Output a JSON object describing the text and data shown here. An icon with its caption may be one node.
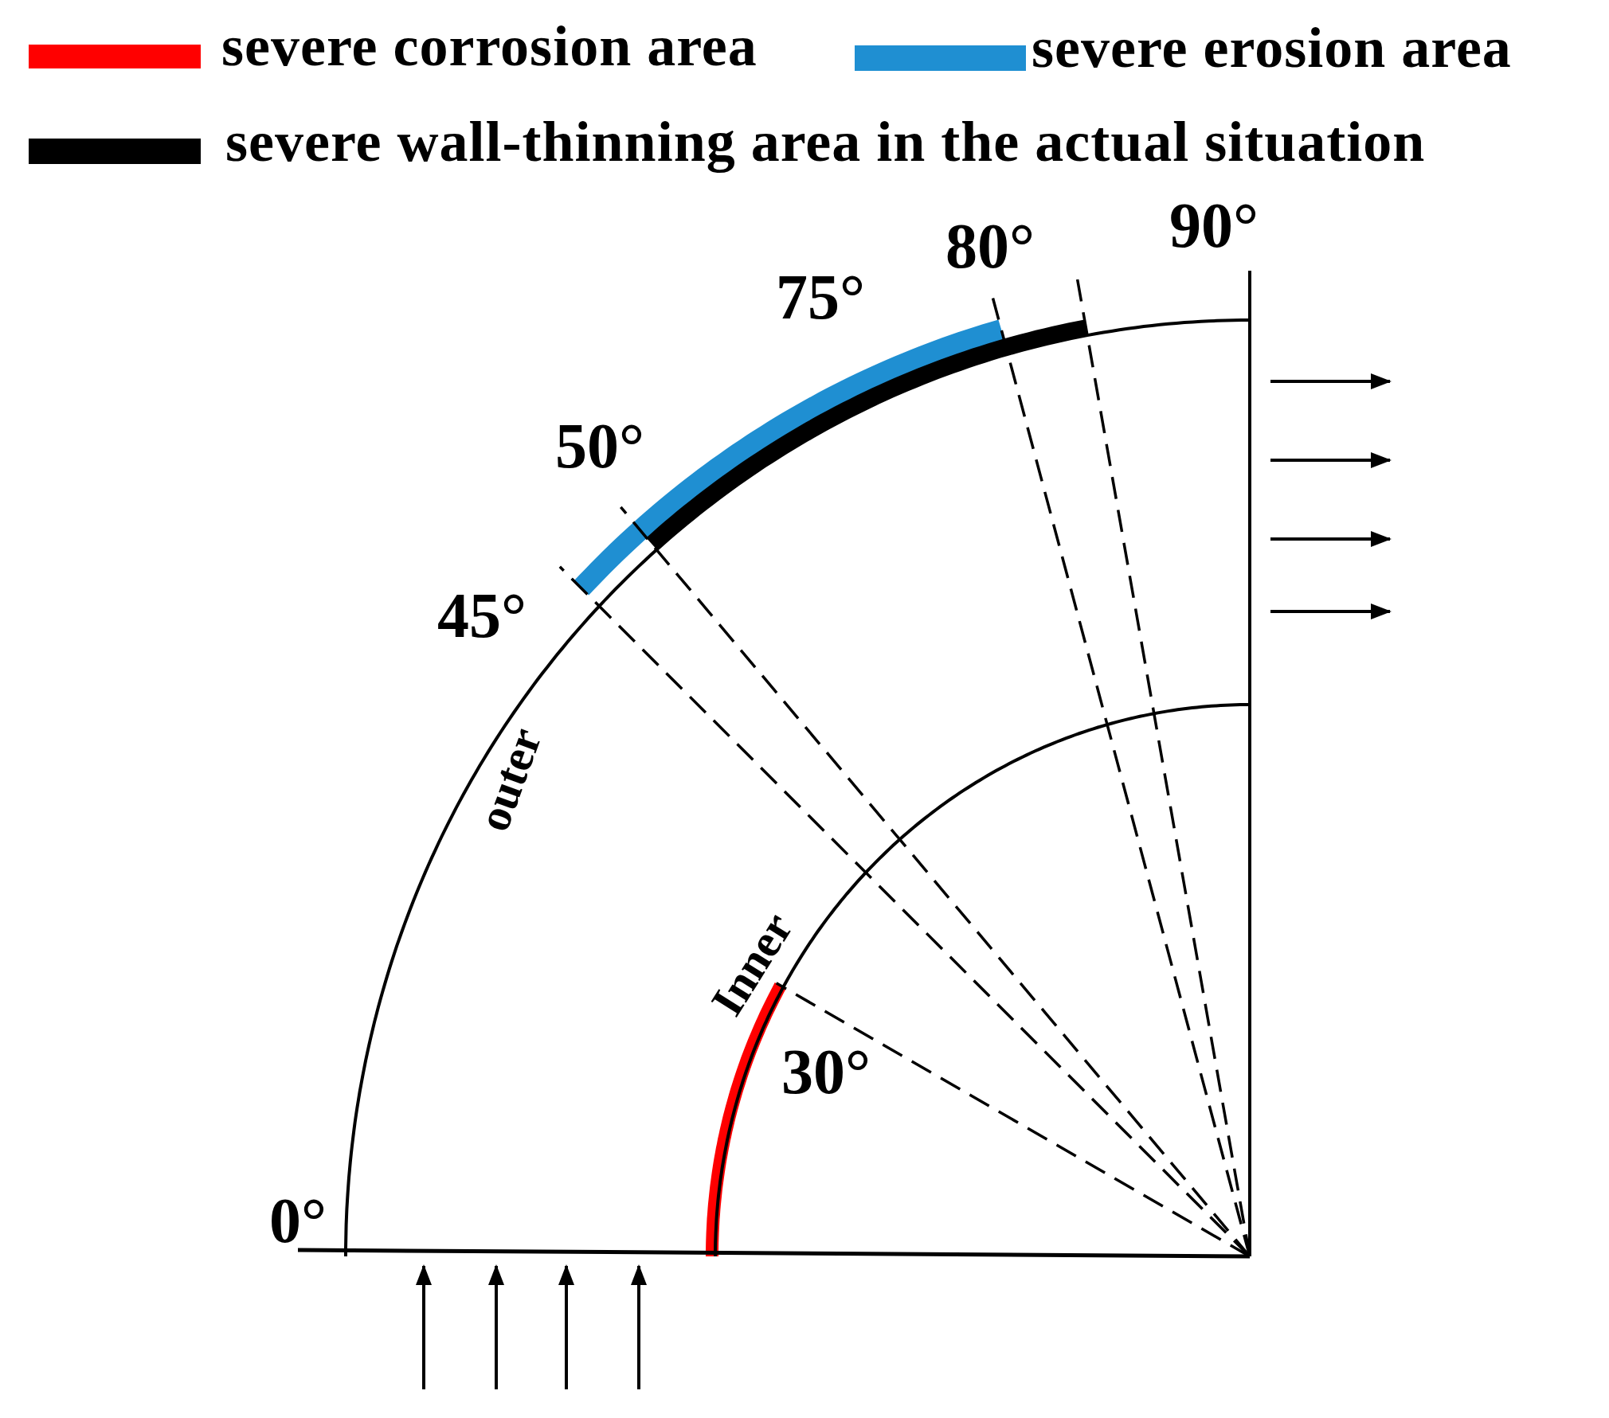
{
  "diagram": {
    "labels": [
      "90°",
      "80°",
      "75°",
      "50°",
      "45°",
      "0°",
      "outer",
      "Inner",
      "30°"
    ],
    "legend": [
      {
        "text": "severe corrosion area",
        "color": "#ff0000"
      },
      {
        "text": "severe erosion area",
        "color": "#1f8fd2"
      },
      {
        "text": "severe wall-thinning area in the actual situation",
        "color": "#000000"
      }
    ]
  }
}
